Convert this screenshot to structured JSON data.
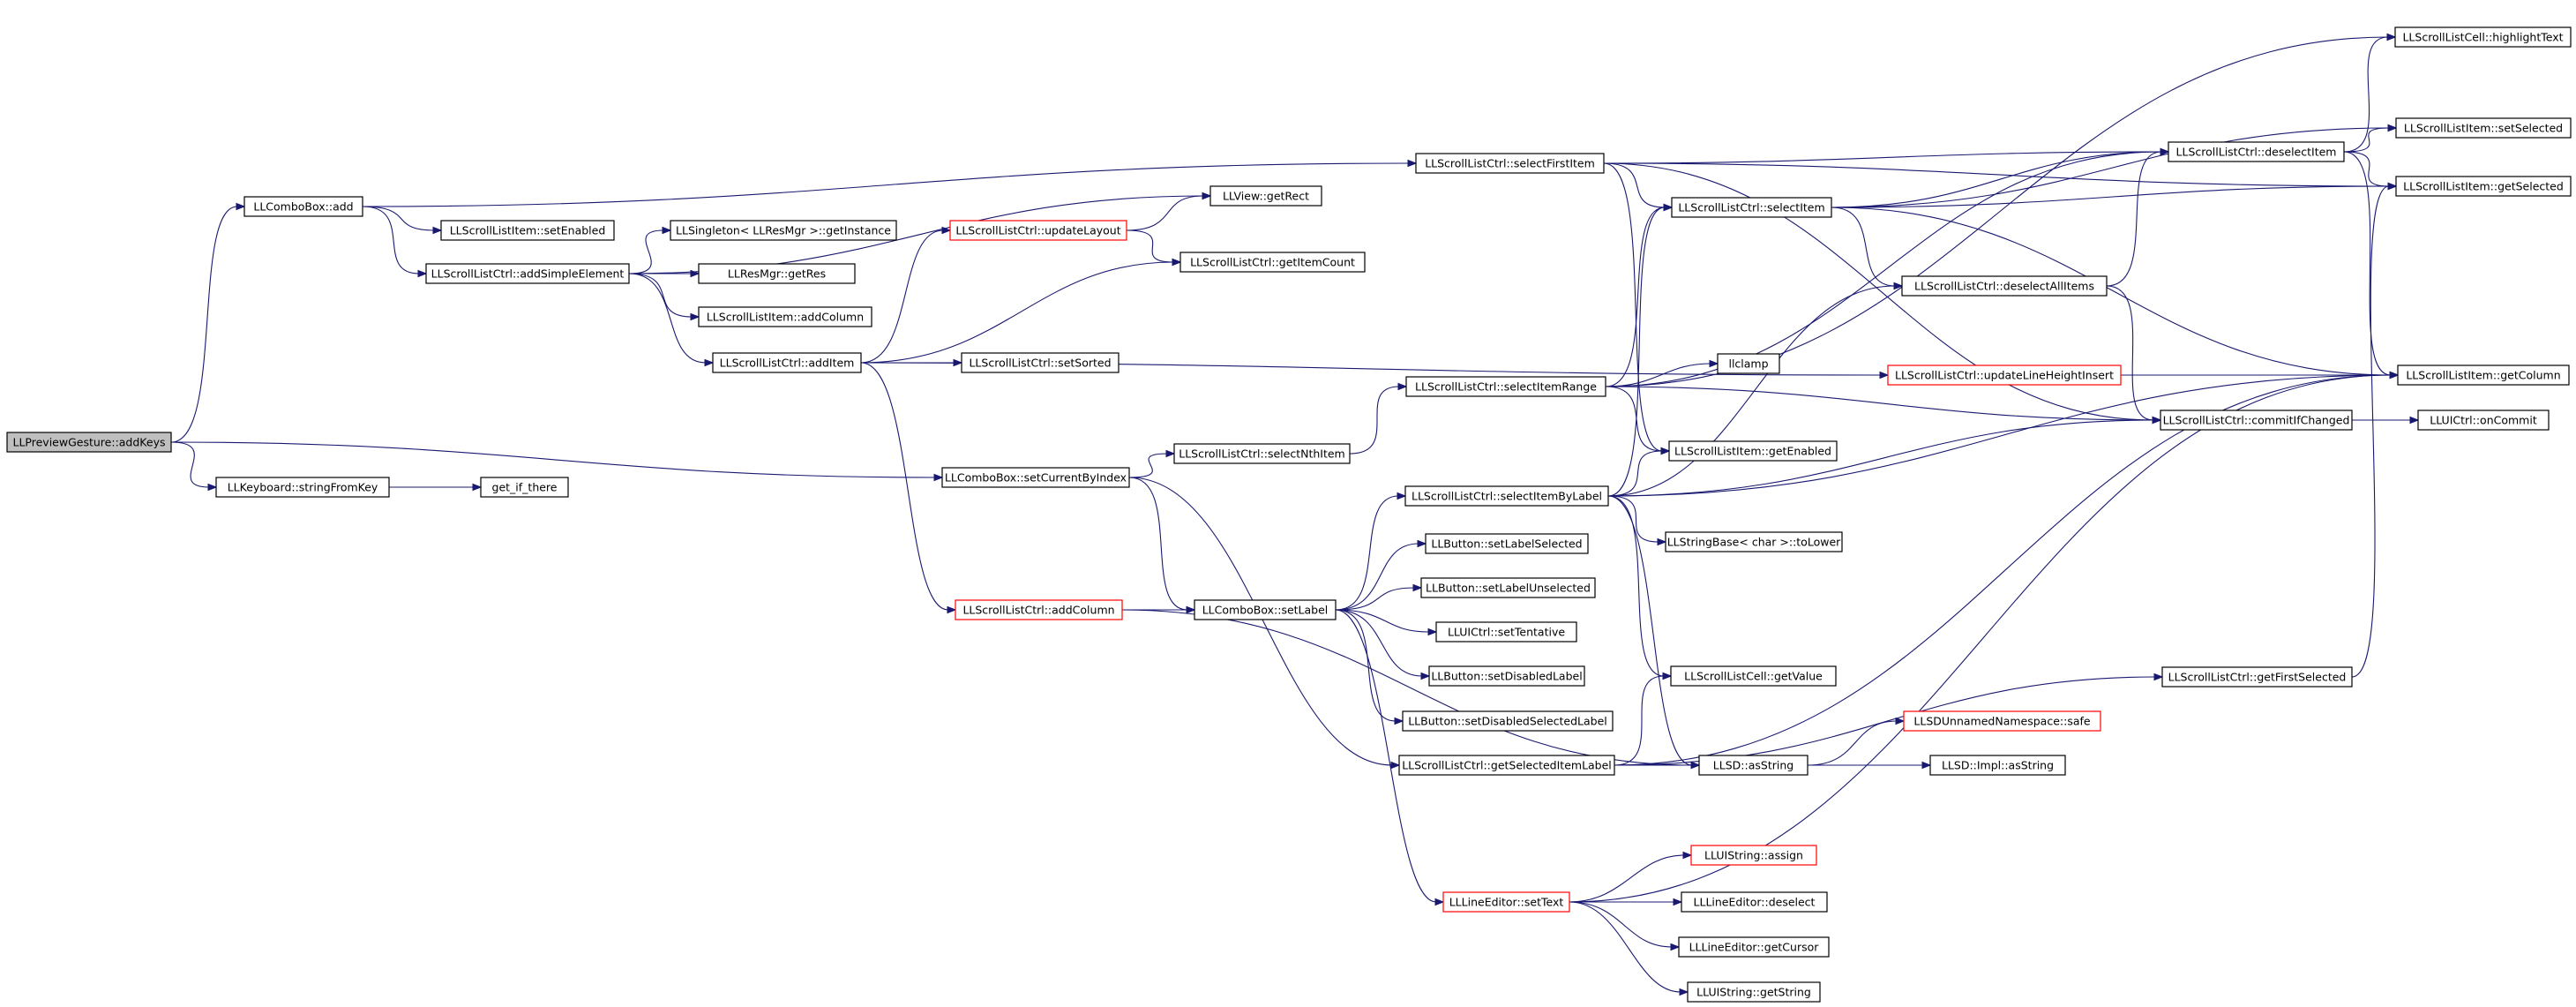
{
  "diagram": {
    "style": {
      "edge_color": "#191970",
      "node_border": "#000000",
      "unresolved_border": "#ff0000",
      "root_fill": "#bfbfbf"
    },
    "nodes": [
      {
        "id": "root",
        "label": "LLPreviewGesture::addKeys",
        "kind": "root"
      },
      {
        "id": "combo_add",
        "label": "LLComboBox::add"
      },
      {
        "id": "kb_sfk",
        "label": "LLKeyboard::stringFromKey"
      },
      {
        "id": "get_if_there",
        "label": "get_if_there"
      },
      {
        "id": "sli_setEnabled",
        "label": "LLScrollListItem::setEnabled"
      },
      {
        "id": "slc_addSimple",
        "label": "LLScrollListCtrl::addSimpleElement"
      },
      {
        "id": "singleton",
        "label": "LLSingleton< LLResMgr >::getInstance"
      },
      {
        "id": "resmgr_getres",
        "label": "LLResMgr::getRes"
      },
      {
        "id": "sli_addColumn",
        "label": "LLScrollListItem::addColumn"
      },
      {
        "id": "slc_addItem",
        "label": "LLScrollListCtrl::addItem"
      },
      {
        "id": "slc_updateLayout",
        "label": "LLScrollListCtrl::updateLayout",
        "kind": "red"
      },
      {
        "id": "view_getRect",
        "label": "LLView::getRect"
      },
      {
        "id": "slc_getItemCount",
        "label": "LLScrollListCtrl::getItemCount"
      },
      {
        "id": "slc_setSorted",
        "label": "LLScrollListCtrl::setSorted"
      },
      {
        "id": "slc_addColumn",
        "label": "LLScrollListCtrl::addColumn",
        "kind": "red"
      },
      {
        "id": "combo_setCur",
        "label": "LLComboBox::setCurrentByIndex"
      },
      {
        "id": "slc_selectNth",
        "label": "LLScrollListCtrl::selectNthItem"
      },
      {
        "id": "combo_setLabel",
        "label": "LLComboBox::setLabel"
      },
      {
        "id": "slc_selectFirst",
        "label": "LLScrollListCtrl::selectFirstItem"
      },
      {
        "id": "slc_selectRange",
        "label": "LLScrollListCtrl::selectItemRange"
      },
      {
        "id": "slc_selectByLabel",
        "label": "LLScrollListCtrl::selectItemByLabel"
      },
      {
        "id": "btn_setLabelSel",
        "label": "LLButton::setLabelSelected"
      },
      {
        "id": "btn_setLabelUnsel",
        "label": "LLButton::setLabelUnselected"
      },
      {
        "id": "uictrl_setTent",
        "label": "LLUICtrl::setTentative"
      },
      {
        "id": "btn_setDisLabel",
        "label": "LLButton::setDisabledLabel"
      },
      {
        "id": "btn_setDisSelLabel",
        "label": "LLButton::setDisabledSelectedLabel"
      },
      {
        "id": "slc_getSelLabel",
        "label": "LLScrollListCtrl::getSelectedItemLabel"
      },
      {
        "id": "le_setText",
        "label": "LLLineEditor::setText",
        "kind": "red"
      },
      {
        "id": "llclamp",
        "label": "llclamp"
      },
      {
        "id": "sli_getEnabled",
        "label": "LLScrollListItem::getEnabled"
      },
      {
        "id": "slc_selectItem",
        "label": "LLScrollListCtrl::selectItem"
      },
      {
        "id": "strbase_tolower",
        "label": "LLStringBase< char >::toLower"
      },
      {
        "id": "slcell_getValue",
        "label": "LLScrollListCell::getValue"
      },
      {
        "id": "llsd_asString",
        "label": "LLSD::asString"
      },
      {
        "id": "llsd_safe",
        "label": "LLSDUnnamedNamespace::safe",
        "kind": "red"
      },
      {
        "id": "llsd_impl_asString",
        "label": "LLSD::Impl::asString"
      },
      {
        "id": "uistr_assign",
        "label": "LLUIString::assign",
        "kind": "red"
      },
      {
        "id": "le_deselect",
        "label": "LLLineEditor::deselect"
      },
      {
        "id": "le_getCursor",
        "label": "LLLineEditor::getCursor"
      },
      {
        "id": "uistr_getString",
        "label": "LLUIString::getString"
      },
      {
        "id": "slc_deselectAll",
        "label": "LLScrollListCtrl::deselectAllItems"
      },
      {
        "id": "slc_updateLineH",
        "label": "LLScrollListCtrl::updateLineHeightInsert",
        "kind": "red"
      },
      {
        "id": "slc_deselectItem",
        "label": "LLScrollListCtrl::deselectItem"
      },
      {
        "id": "slc_commitIfChanged",
        "label": "LLScrollListCtrl::commitIfChanged"
      },
      {
        "id": "slc_getFirstSel",
        "label": "LLScrollListCtrl::getFirstSelected"
      },
      {
        "id": "slcell_highlight",
        "label": "LLScrollListCell::highlightText"
      },
      {
        "id": "sli_setSelected",
        "label": "LLScrollListItem::setSelected"
      },
      {
        "id": "sli_getSelected",
        "label": "LLScrollListItem::getSelected"
      },
      {
        "id": "sli_getColumn",
        "label": "LLScrollListItem::getColumn"
      },
      {
        "id": "uictrl_onCommit",
        "label": "LLUICtrl::onCommit"
      }
    ],
    "edges": [
      [
        "root",
        "combo_add"
      ],
      [
        "root",
        "kb_sfk"
      ],
      [
        "root",
        "combo_setCur"
      ],
      [
        "kb_sfk",
        "get_if_there"
      ],
      [
        "combo_add",
        "sli_setEnabled"
      ],
      [
        "combo_add",
        "slc_addSimple"
      ],
      [
        "combo_add",
        "slc_selectFirst"
      ],
      [
        "slc_addSimple",
        "singleton"
      ],
      [
        "slc_addSimple",
        "resmgr_getres"
      ],
      [
        "slc_addSimple",
        "sli_addColumn"
      ],
      [
        "slc_addSimple",
        "slc_addItem"
      ],
      [
        "slc_addSimple",
        "view_getRect"
      ],
      [
        "slc_addItem",
        "slc_updateLayout"
      ],
      [
        "slc_addItem",
        "slc_getItemCount"
      ],
      [
        "slc_addItem",
        "slc_setSorted"
      ],
      [
        "slc_addItem",
        "slc_addColumn"
      ],
      [
        "slc_addItem",
        "slc_updateLineH"
      ],
      [
        "slc_updateLayout",
        "view_getRect"
      ],
      [
        "slc_updateLayout",
        "slc_getItemCount"
      ],
      [
        "slc_addColumn",
        "combo_setLabel"
      ],
      [
        "slc_addColumn",
        "llsd_asString"
      ],
      [
        "combo_setCur",
        "slc_selectNth"
      ],
      [
        "combo_setCur",
        "combo_setLabel"
      ],
      [
        "combo_setCur",
        "slc_getSelLabel"
      ],
      [
        "slc_selectNth",
        "slc_selectRange"
      ],
      [
        "combo_setLabel",
        "slc_selectByLabel"
      ],
      [
        "combo_setLabel",
        "btn_setLabelSel"
      ],
      [
        "combo_setLabel",
        "btn_setLabelUnsel"
      ],
      [
        "combo_setLabel",
        "uictrl_setTent"
      ],
      [
        "combo_setLabel",
        "btn_setDisLabel"
      ],
      [
        "combo_setLabel",
        "btn_setDisSelLabel"
      ],
      [
        "combo_setLabel",
        "le_setText"
      ],
      [
        "slc_selectFirst",
        "slc_selectItem"
      ],
      [
        "slc_selectFirst",
        "sli_getEnabled"
      ],
      [
        "slc_selectFirst",
        "slc_deselectItem"
      ],
      [
        "slc_selectFirst",
        "slc_commitIfChanged"
      ],
      [
        "slc_selectFirst",
        "sli_getSelected"
      ],
      [
        "slc_selectRange",
        "llclamp"
      ],
      [
        "slc_selectRange",
        "sli_getEnabled"
      ],
      [
        "slc_selectRange",
        "slc_selectItem"
      ],
      [
        "slc_selectRange",
        "slc_deselectItem"
      ],
      [
        "slc_selectRange",
        "slc_commitIfChanged"
      ],
      [
        "slc_selectRange",
        "slcell_highlight"
      ],
      [
        "slc_selectByLabel",
        "sli_getEnabled"
      ],
      [
        "slc_selectByLabel",
        "slc_selectItem"
      ],
      [
        "slc_selectByLabel",
        "strbase_tolower"
      ],
      [
        "slc_selectByLabel",
        "slcell_getValue"
      ],
      [
        "slc_selectByLabel",
        "llsd_asString"
      ],
      [
        "slc_selectByLabel",
        "slc_deselectAll"
      ],
      [
        "slc_selectByLabel",
        "slc_commitIfChanged"
      ],
      [
        "slc_selectByLabel",
        "sli_getColumn"
      ],
      [
        "slc_getSelLabel",
        "slcell_getValue"
      ],
      [
        "slc_getSelLabel",
        "llsd_asString"
      ],
      [
        "slc_getSelLabel",
        "slc_getFirstSel"
      ],
      [
        "slc_getSelLabel",
        "sli_getColumn"
      ],
      [
        "le_setText",
        "uistr_assign"
      ],
      [
        "le_setText",
        "le_deselect"
      ],
      [
        "le_setText",
        "le_getCursor"
      ],
      [
        "le_setText",
        "uistr_getString"
      ],
      [
        "le_setText",
        "sli_getColumn"
      ],
      [
        "slc_selectItem",
        "slc_deselectAll"
      ],
      [
        "slc_selectItem",
        "slc_deselectItem"
      ],
      [
        "slc_selectItem",
        "sli_setSelected"
      ],
      [
        "slc_selectItem",
        "sli_getSelected"
      ],
      [
        "slc_selectItem",
        "sli_getColumn"
      ],
      [
        "slc_deselectAll",
        "slc_deselectItem"
      ],
      [
        "slc_deselectAll",
        "slc_commitIfChanged"
      ],
      [
        "slc_updateLineH",
        "sli_getColumn"
      ],
      [
        "slc_deselectItem",
        "slcell_highlight"
      ],
      [
        "slc_deselectItem",
        "sli_setSelected"
      ],
      [
        "slc_deselectItem",
        "sli_getSelected"
      ],
      [
        "slc_deselectItem",
        "sli_getColumn"
      ],
      [
        "slc_commitIfChanged",
        "uictrl_onCommit"
      ],
      [
        "slc_getFirstSel",
        "sli_getSelected"
      ],
      [
        "llsd_asString",
        "llsd_safe"
      ],
      [
        "llsd_asString",
        "llsd_impl_asString"
      ]
    ]
  }
}
